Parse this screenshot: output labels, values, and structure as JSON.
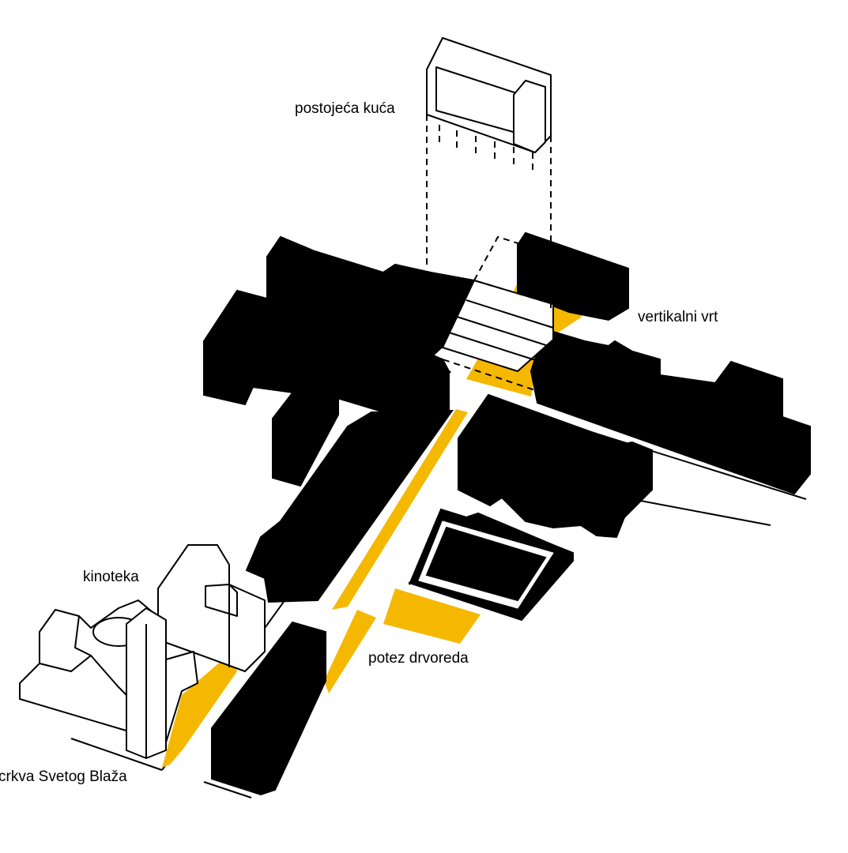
{
  "labels": {
    "existing_house": "postojeća kuća",
    "vertical_garden": "vertikalni vrt",
    "cinematheque": "kinoteka",
    "tree_line": "potez drvoreda",
    "church": "crkva Svetog Blaža"
  },
  "colors": {
    "buildings": "#000000",
    "green_areas": "#f5b800",
    "background": "#ffffff"
  }
}
